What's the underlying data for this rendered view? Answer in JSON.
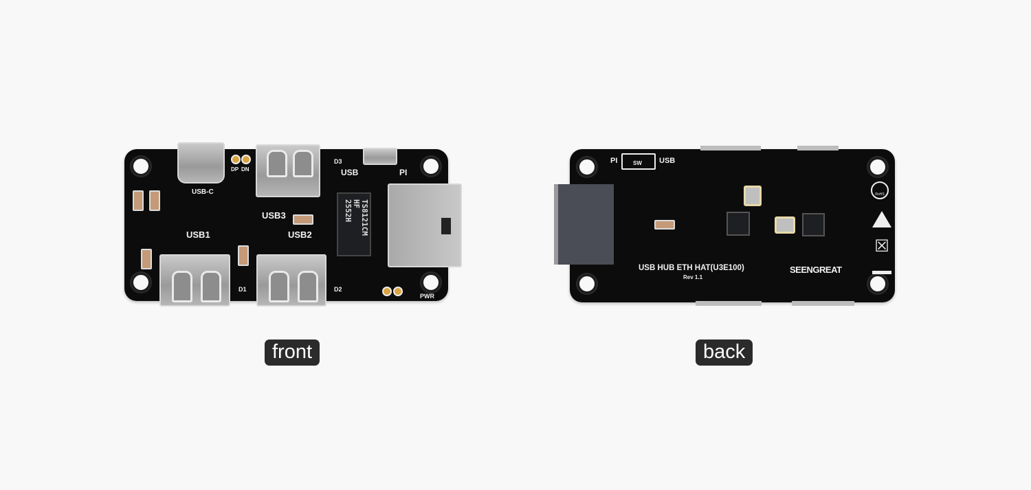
{
  "front": {
    "caption": "front",
    "silkscreen": {
      "usb_c": "USB-C",
      "dp": "DP",
      "dn": "DN",
      "usb3": "USB3",
      "usb1": "USB1",
      "usb2": "USB2",
      "d1": "D1",
      "d2": "D2",
      "d3": "D3",
      "switch_usb": "USB",
      "switch_pi": "PI",
      "pwr": "PWR"
    },
    "transformer_text": [
      "TS8121CM",
      "HF",
      "2552H"
    ]
  },
  "back": {
    "caption": "back",
    "silkscreen": {
      "pi": "PI",
      "sw": "SW",
      "usb": "USB",
      "title": "USB HUB ETH HAT(U3E100)",
      "revision": "Rev 1.1",
      "brand": "SEENGREAT",
      "rohs": "RoHS"
    }
  },
  "colors": {
    "background": "#f8f8f8",
    "pcb": "#0c0c0d",
    "caption_bg": "#2b2b2b"
  }
}
